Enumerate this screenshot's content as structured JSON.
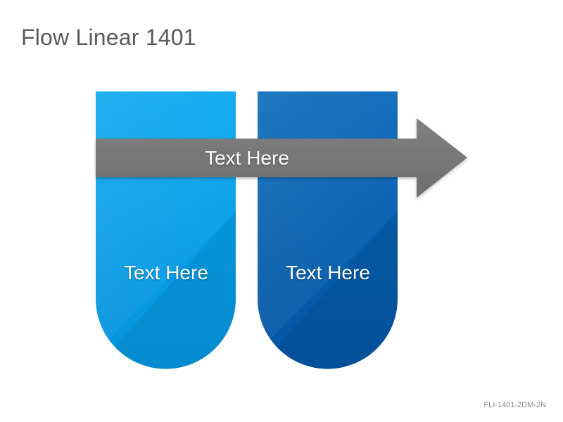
{
  "slide": {
    "title": "Flow Linear 1401",
    "footer_code": "FLI-1401-2DM-2N"
  },
  "diagram": {
    "arrow": {
      "label": "Text Here",
      "color": "#7a7a7a"
    },
    "pills": [
      {
        "label": "Text Here",
        "color_top": "#0aa6ee",
        "color_bottom": "#0690d8"
      },
      {
        "label": "Text Here",
        "color_top": "#0866b8",
        "color_bottom": "#0552a0"
      }
    ]
  }
}
